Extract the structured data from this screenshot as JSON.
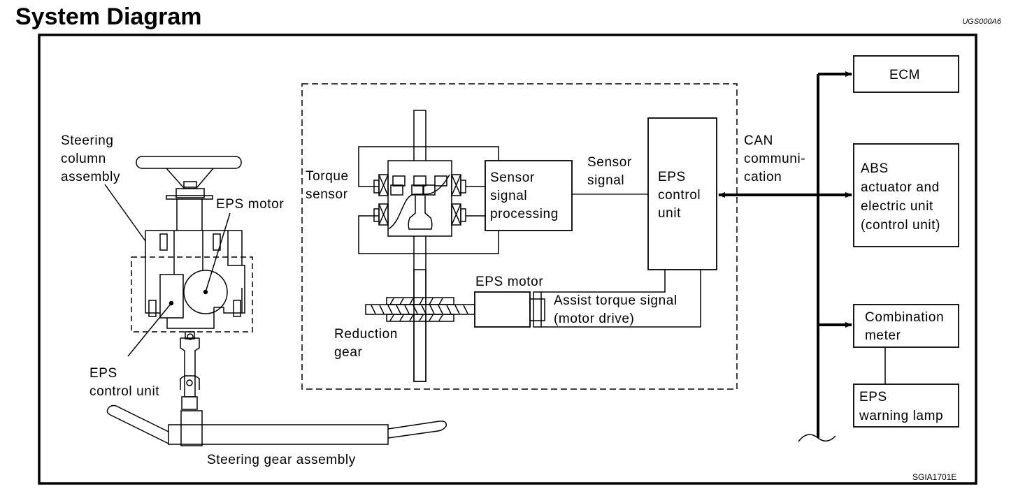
{
  "header": {
    "title": "System Diagram",
    "figure_code_top": "UGS000A6"
  },
  "footer": {
    "figure_code_bottom": "SGIA1701E"
  },
  "left_assembly": {
    "steering_column_label": [
      "Steering",
      "column",
      "assembly"
    ],
    "eps_motor_label": "EPS motor",
    "eps_control_unit_label": [
      "EPS",
      "control unit"
    ],
    "steering_gear_label": "Steering gear assembly"
  },
  "center_block": {
    "torque_sensor_label": [
      "Torque",
      "sensor"
    ],
    "sensor_processing_label": [
      "Sensor",
      "signal",
      "processing"
    ],
    "sensor_signal_label": [
      "Sensor",
      "signal"
    ],
    "eps_control_unit_label": [
      "EPS",
      "control",
      "unit"
    ],
    "eps_motor_label": "EPS motor",
    "assist_torque_label": [
      "Assist torque signal",
      "(motor drive)"
    ],
    "reduction_gear_label": [
      "Reduction",
      "gear"
    ]
  },
  "can_bus": {
    "label": [
      "CAN",
      "communi-",
      "cation"
    ],
    "nodes": {
      "ecm": [
        "ECM"
      ],
      "abs": [
        "ABS",
        "actuator and",
        "electric unit",
        "(control unit)"
      ],
      "combination_meter": [
        "Combination",
        "meter"
      ],
      "warning_lamp": [
        "EPS",
        "warning lamp"
      ]
    }
  }
}
